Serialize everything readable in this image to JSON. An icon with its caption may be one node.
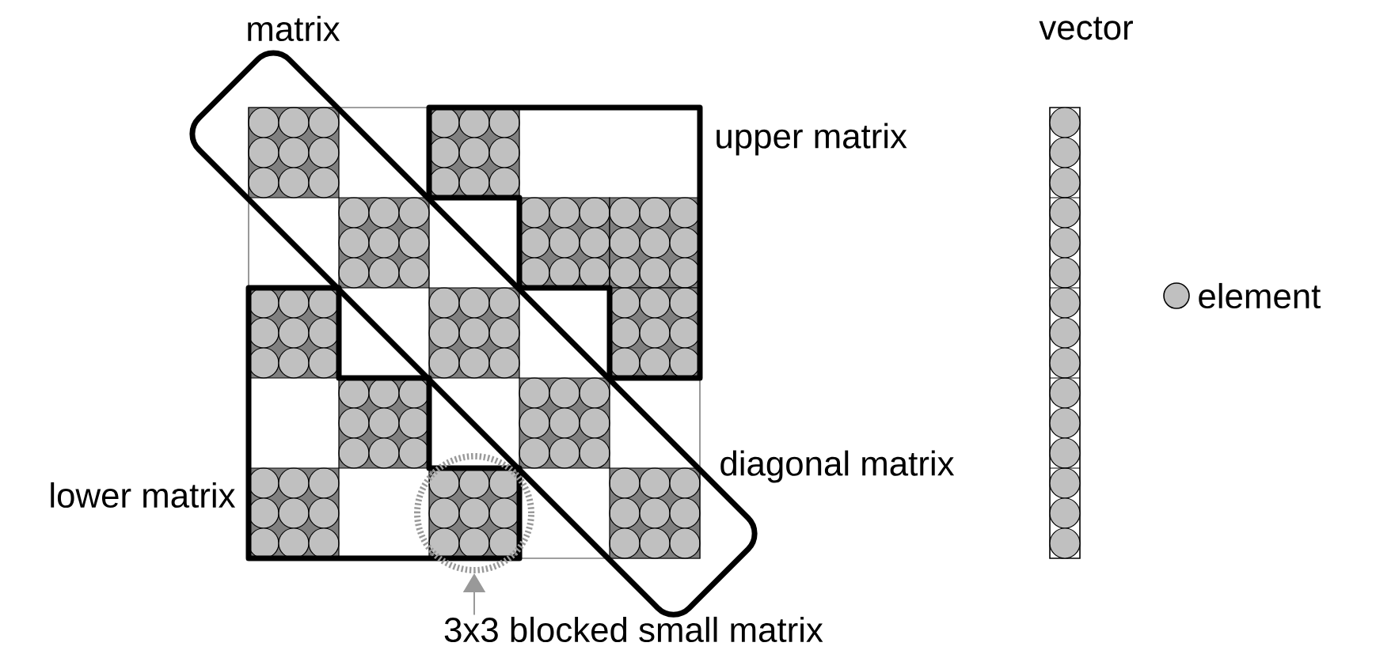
{
  "diagram": {
    "nodes": [
      {
        "text": [
          "matrix"
        ]
      },
      {
        "text": [
          "upper matrix"
        ],
        "in": 0
      },
      {
        "text": [
          "lower matrix"
        ],
        "in": 0
      },
      {
        "text": [
          "diagonal matrix"
        ]
      },
      {
        "text": [],
        "shape": "circle"
      },
      {
        "text": [
          "3x3 blocked small matrix"
        ]
      },
      {
        "text": [
          "vector"
        ]
      }
    ],
    "edges": [
      {
        "from": 5,
        "to": 4,
        "arrow": "to",
        "color": "#999999"
      }
    ],
    "legend": [
      {
        "text": "element"
      }
    ]
  }
}
